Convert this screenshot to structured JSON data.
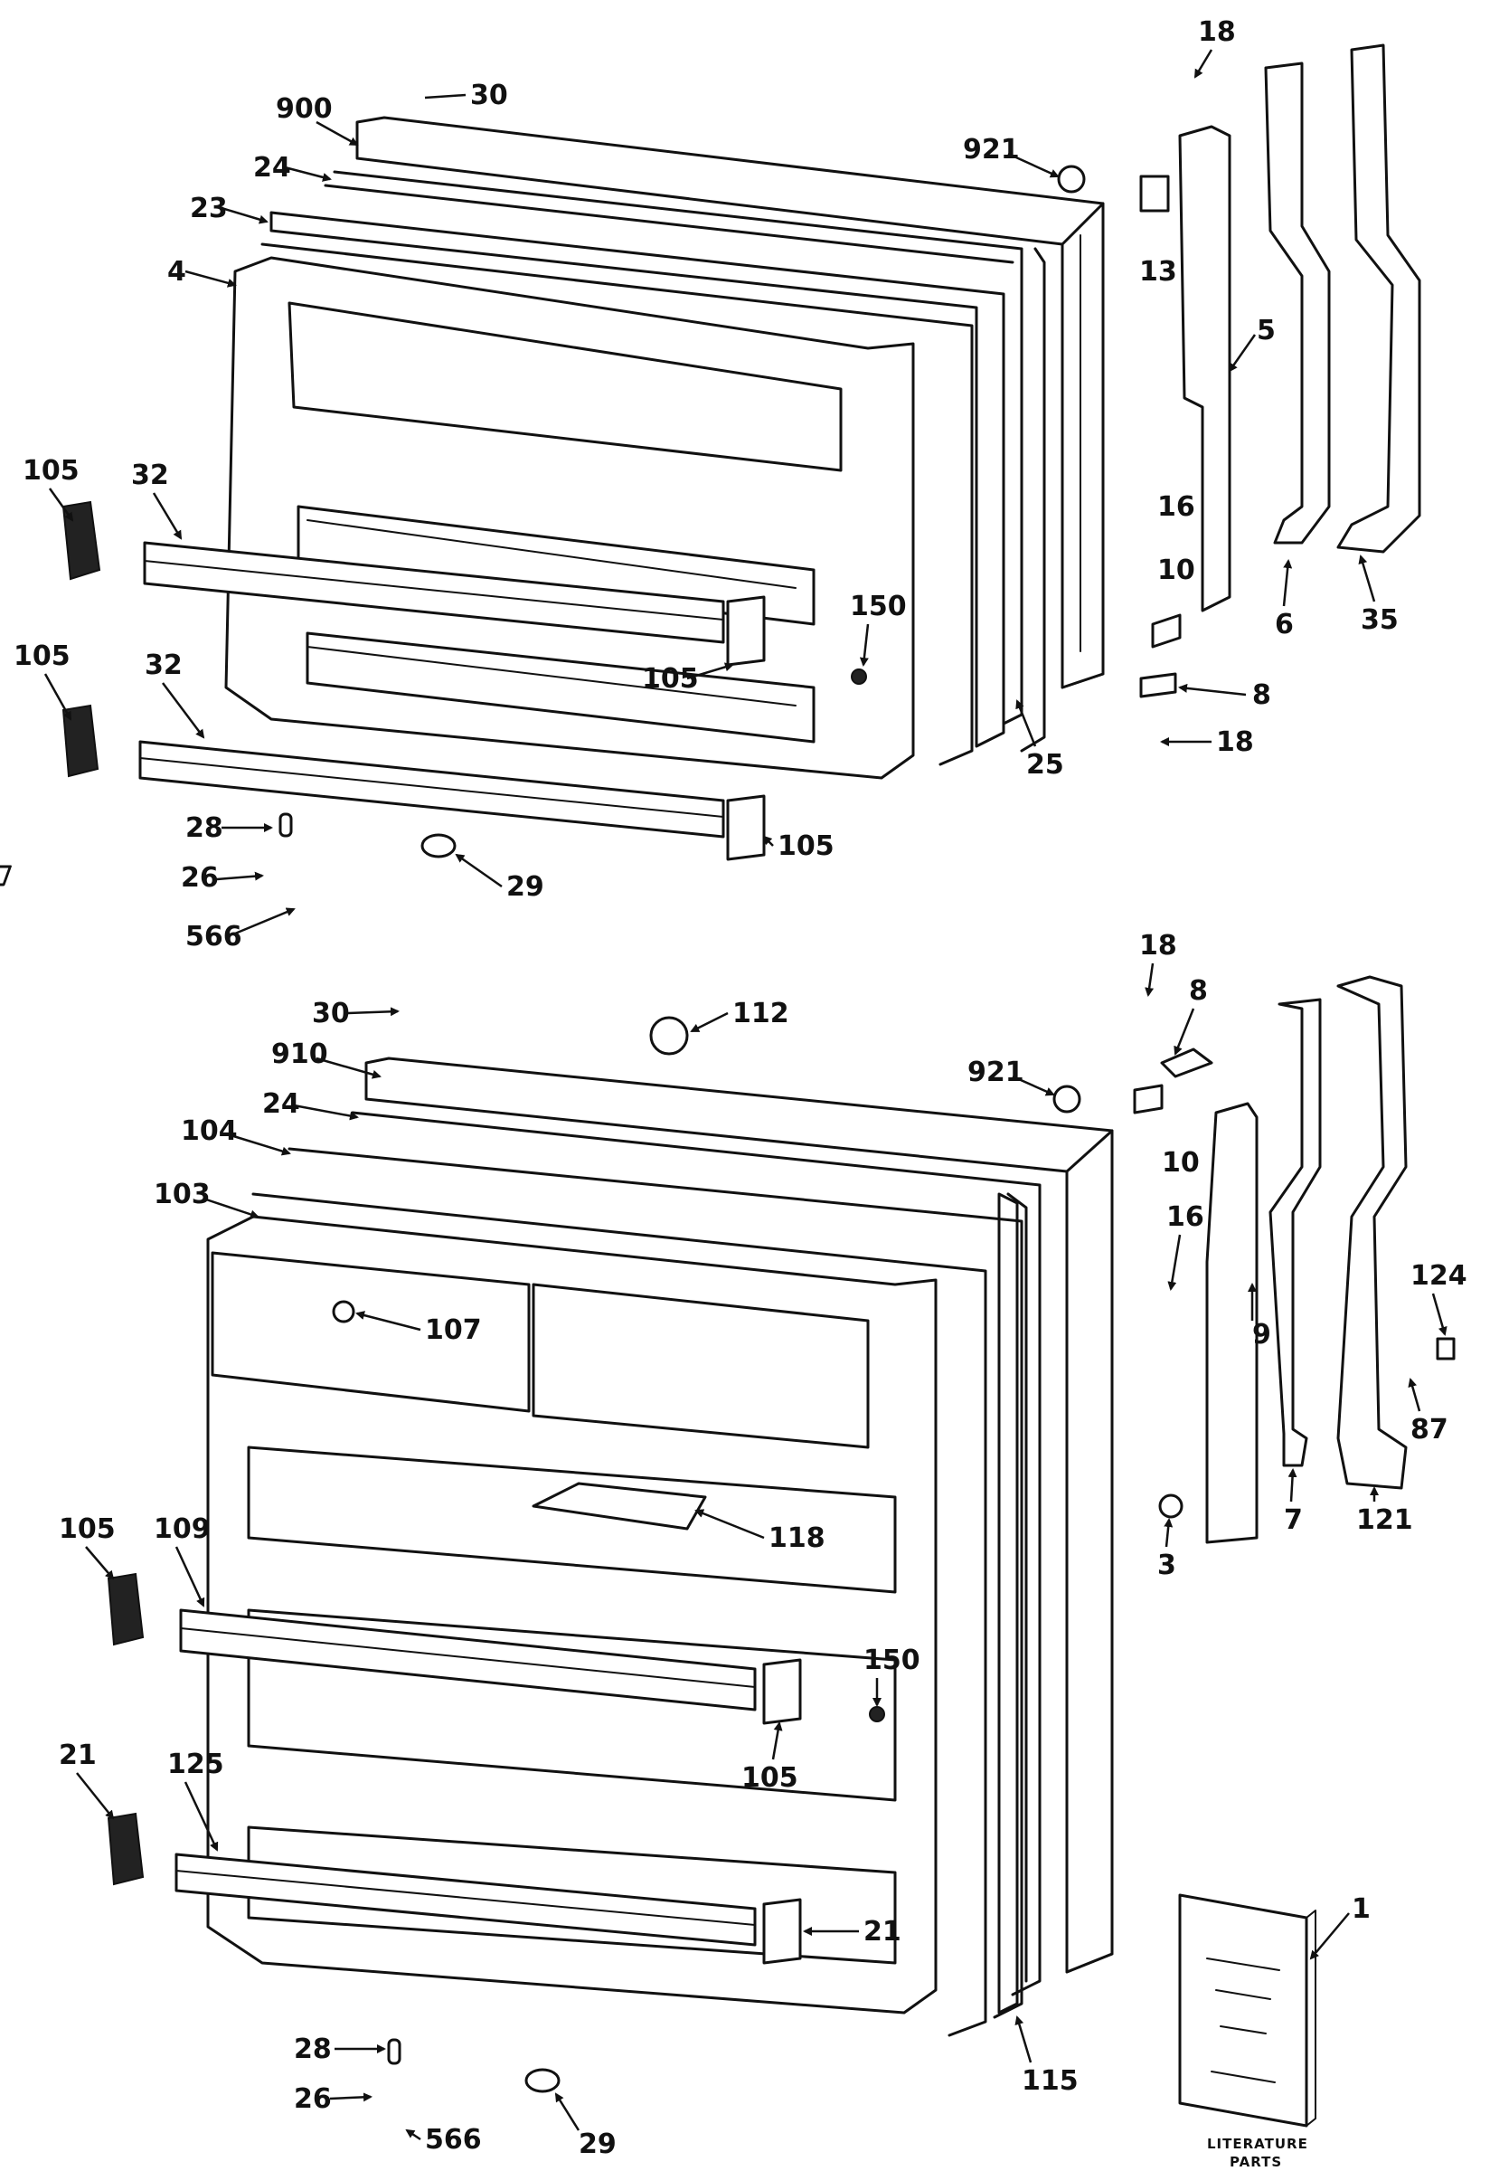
{
  "callouts": {
    "c30a": "30",
    "c18a": "18",
    "c900": "900",
    "c921a": "921",
    "c24a": "24",
    "c23": "23",
    "c4": "4",
    "c13": "13",
    "c5": "5",
    "c16a": "16",
    "c105a": "105",
    "c32a": "32",
    "c105b": "105",
    "c150a": "150",
    "c10a": "10",
    "c6": "6",
    "c35": "35",
    "c8a": "8",
    "c105c": "105",
    "c32b": "32",
    "c25": "25",
    "c18b": "18",
    "c28a": "28",
    "c105d": "105",
    "c26a": "26",
    "c29a": "29",
    "c566a": "566",
    "c18c": "18",
    "c8b": "8",
    "c30b": "30",
    "c112": "112",
    "c910": "910",
    "c921b": "921",
    "c24b": "24",
    "c10b": "10",
    "c104": "104",
    "c103": "103",
    "c16b": "16",
    "c124": "124",
    "c107": "107",
    "c9": "9",
    "c87": "87",
    "c7": "7",
    "c121": "121",
    "c118": "118",
    "c3": "3",
    "c105e": "105",
    "c109": "109",
    "c150b": "150",
    "c105f": "105",
    "c21a": "21",
    "c125": "125",
    "c21b": "21",
    "c1": "1",
    "c28b": "28",
    "c115": "115",
    "c26b": "26",
    "c566b": "566",
    "c29b": "29"
  },
  "literature": {
    "line1": "LITERATURE",
    "line2": "PARTS"
  }
}
